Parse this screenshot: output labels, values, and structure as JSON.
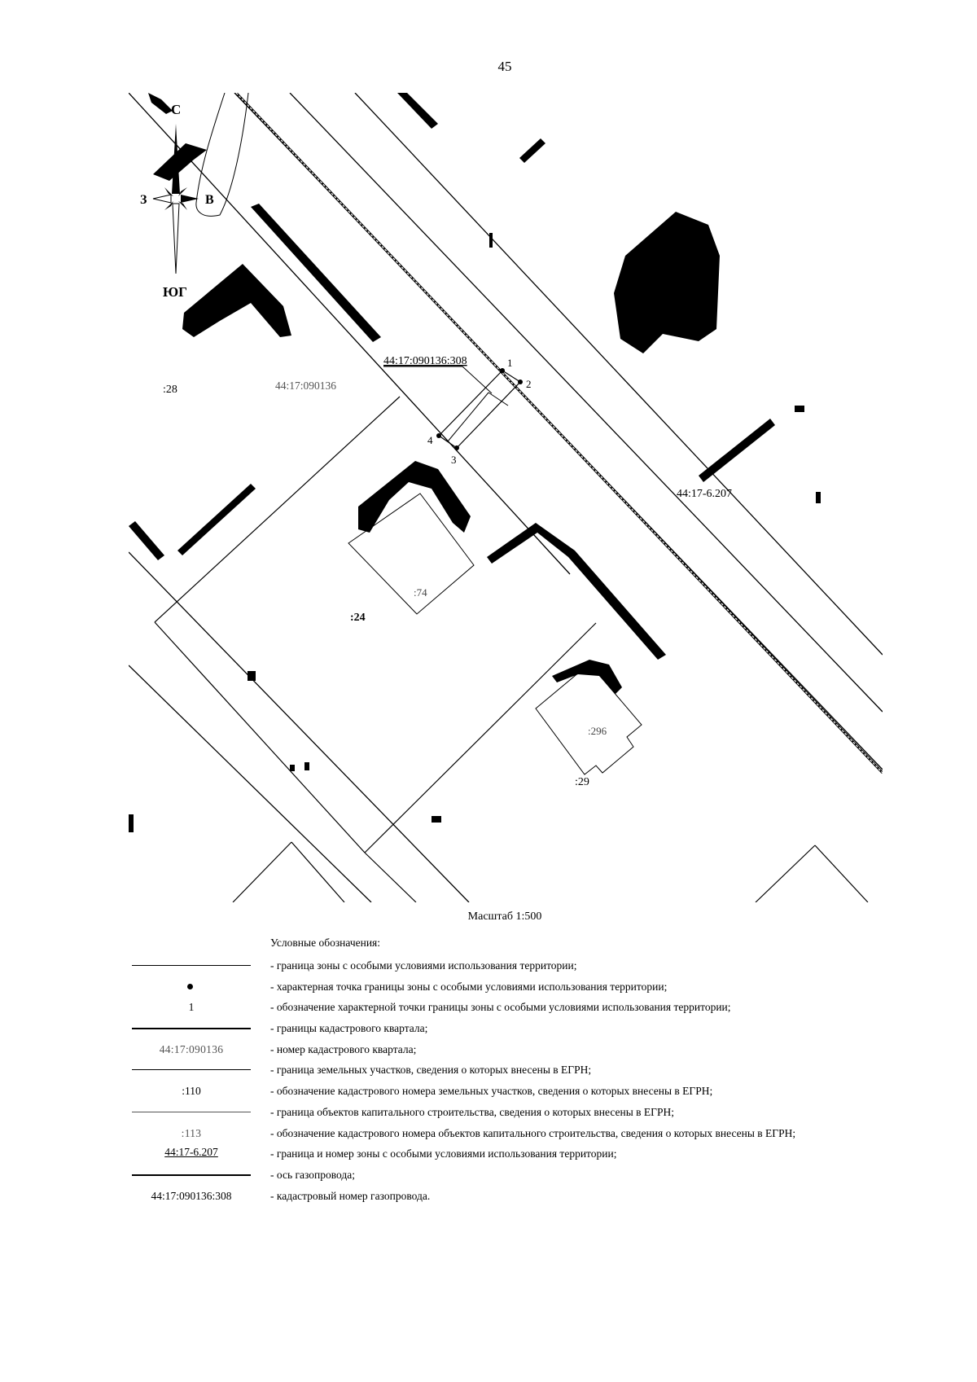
{
  "page_number": "45",
  "map": {
    "compass": {
      "north": "С",
      "south": "ЮГ",
      "east": "В",
      "west": "З"
    },
    "labels": {
      "parcel_28": ":28",
      "quarter": "44:17:090136",
      "gas_pipeline": "44:17:090136:308",
      "zone": "44:17-6.207",
      "parcel_24": ":24",
      "building_74": ":74",
      "building_296": ":296",
      "parcel_29": ":29"
    },
    "points": [
      "1",
      "2",
      "3",
      "4"
    ],
    "scale": "Масштаб 1:500"
  },
  "legend": {
    "title": "Условные обозначения:",
    "items": [
      {
        "symbol": "line",
        "symbol_text": "",
        "text": "- граница зоны с особыми условиями использования территории;"
      },
      {
        "symbol": "dot",
        "symbol_text": "",
        "text": "- характерная точка границы зоны с особыми условиями использования территории;"
      },
      {
        "symbol": "text",
        "symbol_text": "1",
        "text": "- обозначение характерной точки границы зоны с особыми условиями использования территории;"
      },
      {
        "symbol": "thick-line",
        "symbol_text": "",
        "text": "- границы кадастрового квартала;"
      },
      {
        "symbol": "gray-text",
        "symbol_text": "44:17:090136",
        "text": "- номер кадастрового квартала;"
      },
      {
        "symbol": "line",
        "symbol_text": "",
        "text": "- граница земельных участков, сведения о которых внесены в ЕГРН;"
      },
      {
        "symbol": "text",
        "symbol_text": ":110",
        "text": "- обозначение кадастрового номера земельных участков, сведения о которых внесены в ЕГРН;"
      },
      {
        "symbol": "thin-line",
        "symbol_text": "",
        "text": "- граница объектов капитального строительства, сведения о которых внесены в ЕГРН;"
      },
      {
        "symbol": "gray-text",
        "symbol_text": ":113",
        "text": "- обозначение кадастрового номера объектов капитального строительства, сведения о которых внесены в ЕГРН;"
      },
      {
        "symbol": "underlined-text",
        "symbol_text": "44:17-6.207",
        "text": "- граница и номер зоны с особыми условиями использования территории;"
      },
      {
        "symbol": "thick-line",
        "symbol_text": "",
        "text": "- ось газопровода;"
      },
      {
        "symbol": "text",
        "symbol_text": "44:17:090136:308",
        "text": "- кадастровый номер газопровода."
      }
    ]
  }
}
